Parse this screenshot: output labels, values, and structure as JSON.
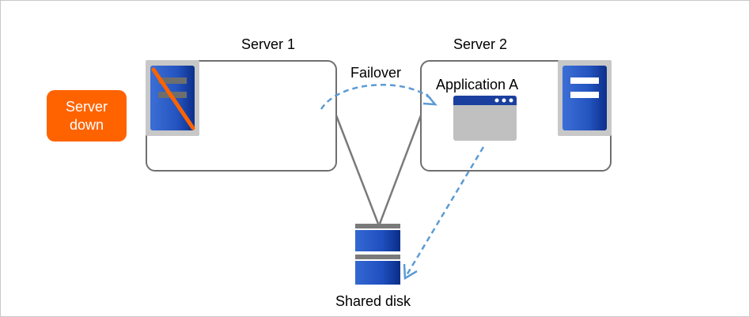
{
  "server1": {
    "label": "Server 1"
  },
  "server2": {
    "label": "Server 2"
  },
  "failover": {
    "label": "Failover"
  },
  "application": {
    "label": "Application A"
  },
  "status_badge": {
    "line1": "Server",
    "line2": "down",
    "color": "#ff6300"
  },
  "shared_disk": {
    "label": "Shared disk"
  },
  "colors": {
    "server_blue": "#2f5fc8",
    "server_dark": "#0a2f8c",
    "line_gray": "#7a7a7a",
    "arrow_blue": "#5b9bd5",
    "down_slash": "#ff6300"
  }
}
